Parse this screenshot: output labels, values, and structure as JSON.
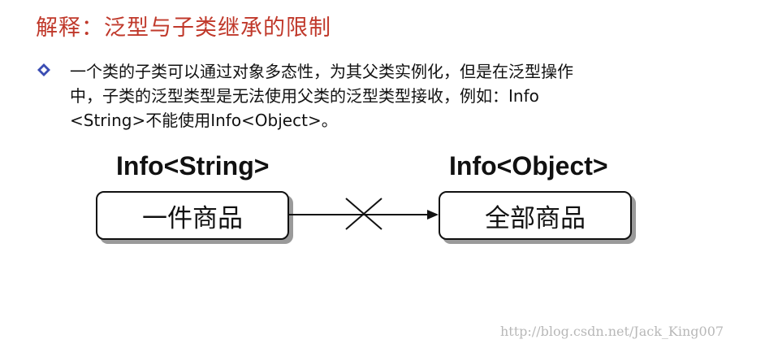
{
  "title": "解释：泛型与子类继承的限制",
  "paragraph": {
    "lines": [
      "一个类的子类可以通过对象多态性，为其父类实例化，但是在泛型操作",
      "中，子类的泛型类型是无法使用父类的泛型类型接收，例如：Info",
      "<String>不能使用Info<Object>。"
    ]
  },
  "diagram": {
    "left_label": "Info<String>",
    "left_box": "一件商品",
    "right_label": "Info<Object>",
    "right_box": "全部商品"
  },
  "watermark": "http://blog.csdn.net/Jack_King007",
  "colors": {
    "title": "#c0392b",
    "bullet": "#3b4db3"
  },
  "icons": {
    "bullet": "diamond-bullet-icon",
    "connector": "cross-mark-icon"
  }
}
